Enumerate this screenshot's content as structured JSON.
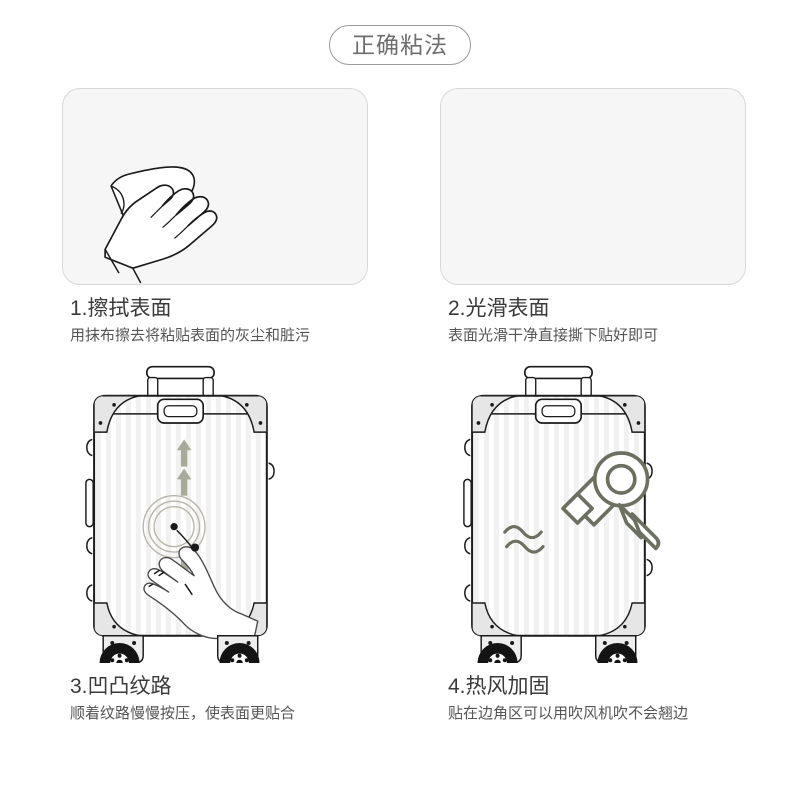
{
  "header": {
    "title": "正确粘法"
  },
  "colors": {
    "page_background": "#ffffff",
    "card_background": "#f6f6f6",
    "card_border": "#d8d8d8",
    "title_text": "#6e6e6e",
    "heading_text": "#3a3a3a",
    "body_text": "#555555",
    "line_art": "#1a1a1a",
    "accent_olive": "#6b7060",
    "accent_sage_arrow": "#a8ab99",
    "case_body": "#ffffff",
    "case_rib": "#f0f0f0",
    "corner_guard": "#e4e4e4",
    "wheel": "#1a1a1a"
  },
  "steps": [
    {
      "number": "1",
      "title": "1.擦拭表面",
      "desc": "用抹布擦去将粘贴表面的灰尘和脏污",
      "illustration": "hand-wiping-cloth-on-surface",
      "panel_style": "card"
    },
    {
      "number": "2",
      "title": "2.光滑表面",
      "desc": "表面光滑干净直接撕下贴好即可",
      "illustration": "blank-smooth-surface",
      "panel_style": "card"
    },
    {
      "number": "3",
      "title": "3.凹凸纹路",
      "desc": "顺着纹路慢慢按压，使表面更贴合",
      "illustration": "ribbed-suitcase-with-press-arrows-and-hand",
      "panel_style": "plain"
    },
    {
      "number": "4",
      "title": "4.热风加固",
      "desc": "贴在边角区可以用吹风机吹不会翘边",
      "illustration": "ribbed-suitcase-with-hair-dryer-and-heat-waves",
      "panel_style": "plain"
    }
  ]
}
